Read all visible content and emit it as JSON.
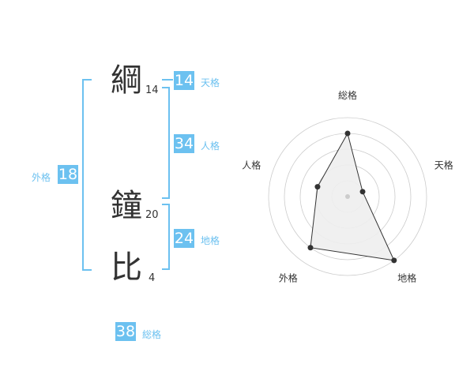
{
  "characters": [
    {
      "char": "綱",
      "strokes": "14"
    },
    {
      "char": "鐘",
      "strokes": "20"
    },
    {
      "char": "比",
      "strokes": "4"
    }
  ],
  "scores": {
    "tenkaku": {
      "value": "14",
      "label": "天格"
    },
    "jinkaku": {
      "value": "34",
      "label": "人格"
    },
    "chikaku": {
      "value": "24",
      "label": "地格"
    },
    "gaikaku": {
      "value": "18",
      "label": "外格"
    },
    "soukaku": {
      "value": "38",
      "label": "総格"
    }
  },
  "chart_data": {
    "type": "radar",
    "axes": [
      "総格",
      "天格",
      "地格",
      "外格",
      "人格"
    ],
    "values": [
      4,
      1,
      5,
      4,
      2
    ],
    "rmax": 5,
    "rings": 5,
    "fill_color": "#eeeeee",
    "line_color": "#333333",
    "grid_color": "#cccccc",
    "accent": "#6cc1f0"
  }
}
